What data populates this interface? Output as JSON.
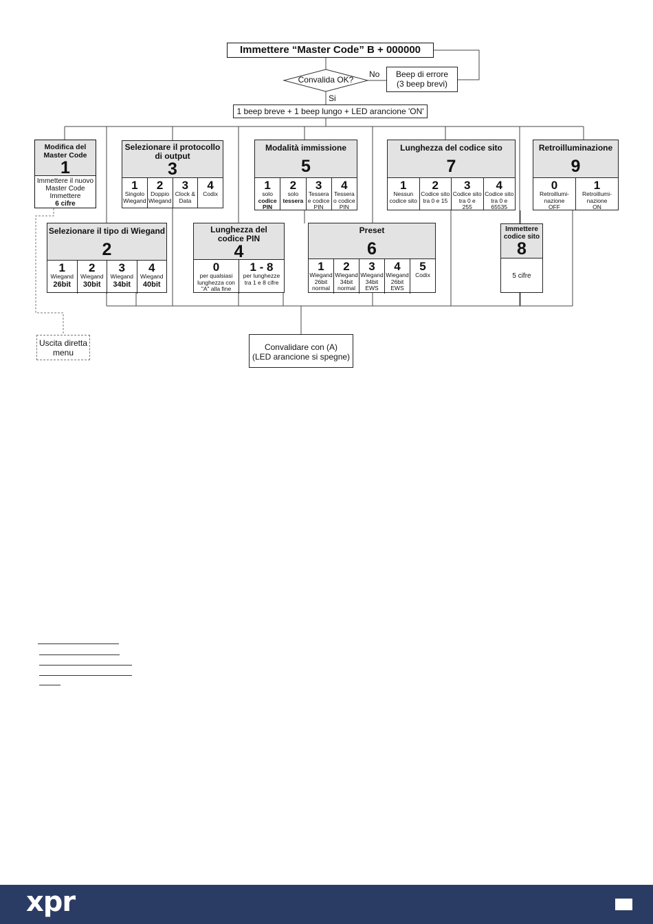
{
  "start": {
    "text": "Immettere “Master Code”   B + 000000"
  },
  "decision": {
    "text": "Convalida OK?",
    "no": "No",
    "yes": "Si"
  },
  "error": {
    "line1": "Beep di errore",
    "line2": "(3 beep brevi)"
  },
  "beep": {
    "text": "1 beep breve + 1 beep lungo + LED arancione 'ON'"
  },
  "m1": {
    "title_l1": "Modifica del",
    "title_l2": "Master Code",
    "num": "1",
    "body_l1": "Immettere il nuovo",
    "body_l2": "Master Code",
    "body_l3": "Immettere",
    "body_l4": "6 cifre"
  },
  "m3": {
    "title_l1": "Selezionare il protocollo",
    "title_l2": "di output",
    "num": "3",
    "options": [
      {
        "n": "1",
        "l1": "Singolo",
        "l2": "Wiegand"
      },
      {
        "n": "2",
        "l1": "Doppio",
        "l2": "Wiegand"
      },
      {
        "n": "3",
        "l1": "Clock &",
        "l2": "Data"
      },
      {
        "n": "4",
        "l1": "Codix",
        "l2": ""
      }
    ]
  },
  "m5": {
    "title": "Modalità immissione",
    "num": "5",
    "options": [
      {
        "n": "1",
        "l1": "solo",
        "l2": "codice",
        "l3": "PIN"
      },
      {
        "n": "2",
        "l1": "solo",
        "l2": "tessera",
        "l3": ""
      },
      {
        "n": "3",
        "l1": "Tessera",
        "l2": "e codice",
        "l3": "PIN"
      },
      {
        "n": "4",
        "l1": "Tessera",
        "l2": "o codice",
        "l3": "PIN"
      }
    ]
  },
  "m7": {
    "title": "Lunghezza del codice sito",
    "num": "7",
    "options": [
      {
        "n": "1",
        "l1": "Nessun",
        "l2": "codice sito",
        "l3": ""
      },
      {
        "n": "2",
        "l1": "Codice sito",
        "l2": "tra 0 e 15",
        "l3": ""
      },
      {
        "n": "3",
        "l1": "Codice sito",
        "l2": "tra 0 e",
        "l3": "255"
      },
      {
        "n": "4",
        "l1": "Codice sito",
        "l2": "tra 0 e",
        "l3": "65535"
      }
    ]
  },
  "m9": {
    "title": "Retroilluminazione",
    "num": "9",
    "options": [
      {
        "n": "0",
        "l1": "Retroillumi-",
        "l2": "nazione",
        "l3": "OFF"
      },
      {
        "n": "1",
        "l1": "Retroillumi-",
        "l2": "nazione",
        "l3": "ON"
      }
    ]
  },
  "m2": {
    "title": "Selezionare il tipo di Wiegand",
    "num": "2",
    "options": [
      {
        "n": "1",
        "l1": "Wiegand",
        "l2": "26bit"
      },
      {
        "n": "2",
        "l1": "Wiegand",
        "l2": "30bit"
      },
      {
        "n": "3",
        "l1": "Wiegand",
        "l2": "34bit"
      },
      {
        "n": "4",
        "l1": "Wiegand",
        "l2": "40bit"
      }
    ]
  },
  "m4": {
    "title_l1": "Lunghezza del",
    "title_l2": "codice PIN",
    "num": "4",
    "options": [
      {
        "n": "0",
        "l1": "per qualsiasi",
        "l2": "lunghezza con",
        "l3": "\"A\" alla fine"
      },
      {
        "n": "1 - 8",
        "l1": "per lunghezze",
        "l2": "tra 1 e 8 cifre",
        "l3": ""
      }
    ]
  },
  "m6": {
    "title": "Preset",
    "num": "6",
    "options": [
      {
        "n": "1",
        "l1": "Wiegand",
        "l2": "26bit",
        "l3": "normal"
      },
      {
        "n": "2",
        "l1": "Wiegand",
        "l2": "34bit",
        "l3": "normal"
      },
      {
        "n": "3",
        "l1": "Wiegand",
        "l2": "34bit",
        "l3": "EWS"
      },
      {
        "n": "4",
        "l1": "Wiegand",
        "l2": "26bit",
        "l3": "EWS"
      },
      {
        "n": "5",
        "l1": "Codix",
        "l2": "",
        "l3": ""
      }
    ]
  },
  "m8": {
    "title_l1": "Immettere",
    "title_l2": "codice sito",
    "num": "8",
    "body": "5 cifre"
  },
  "exit": {
    "l1": "Uscita diretta",
    "l2": "menu"
  },
  "confirm": {
    "l1": "Convalidare con (A)",
    "l2": "(LED arancione si spegne)"
  },
  "footer": {
    "logo": "xpr",
    "colors": {
      "bar": "#2b3c64",
      "text": "#ffffff"
    }
  }
}
